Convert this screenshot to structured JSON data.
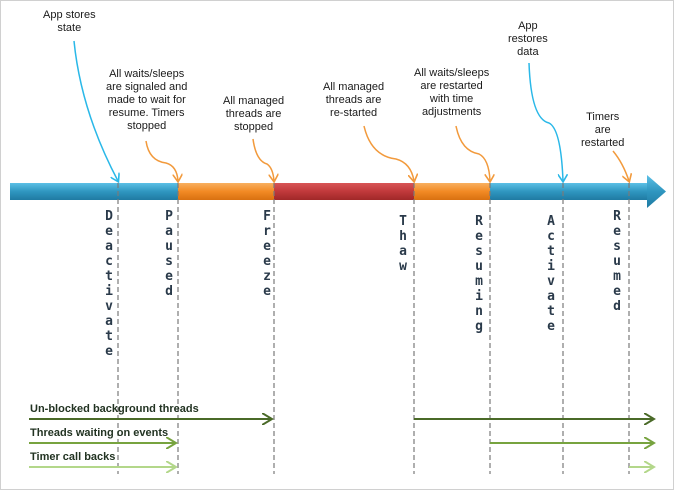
{
  "annotations": {
    "app_stores_state": "App stores\nstate",
    "waits_signaled": "All waits/sleeps\nare signaled and\nmade to wait for\nresume. Timers\nstopped",
    "managed_stopped": "All managed\nthreads are\nstopped",
    "managed_restarted": "All managed\nthreads are\nre-started",
    "waits_restarted": "All waits/sleeps\nare restarted\nwith time\nadjustments",
    "app_restores": "App\nrestores\ndata",
    "timers_restarted": "Timers\nare\nrestarted"
  },
  "phases": {
    "deactivate": "Deactivate",
    "paused": "Paused",
    "freeze": "Freeze",
    "thaw": "Thaw",
    "resuming": "Resuming",
    "activate": "Activate",
    "resumed": "Resumed"
  },
  "legend": {
    "unblocked": "Un-blocked background threads",
    "waiting": "Threads waiting on events",
    "timers": "Timer call backs"
  },
  "colors": {
    "blue_segment": "#3a9cc2",
    "orange_segment": "#f28a24",
    "red_segment": "#c0393b",
    "blue_callout": "#2ab8e8",
    "orange_callout": "#f29a3c",
    "dark_green": "#4a6a28",
    "mid_green": "#77a33f",
    "light_green": "#b3d78a"
  }
}
